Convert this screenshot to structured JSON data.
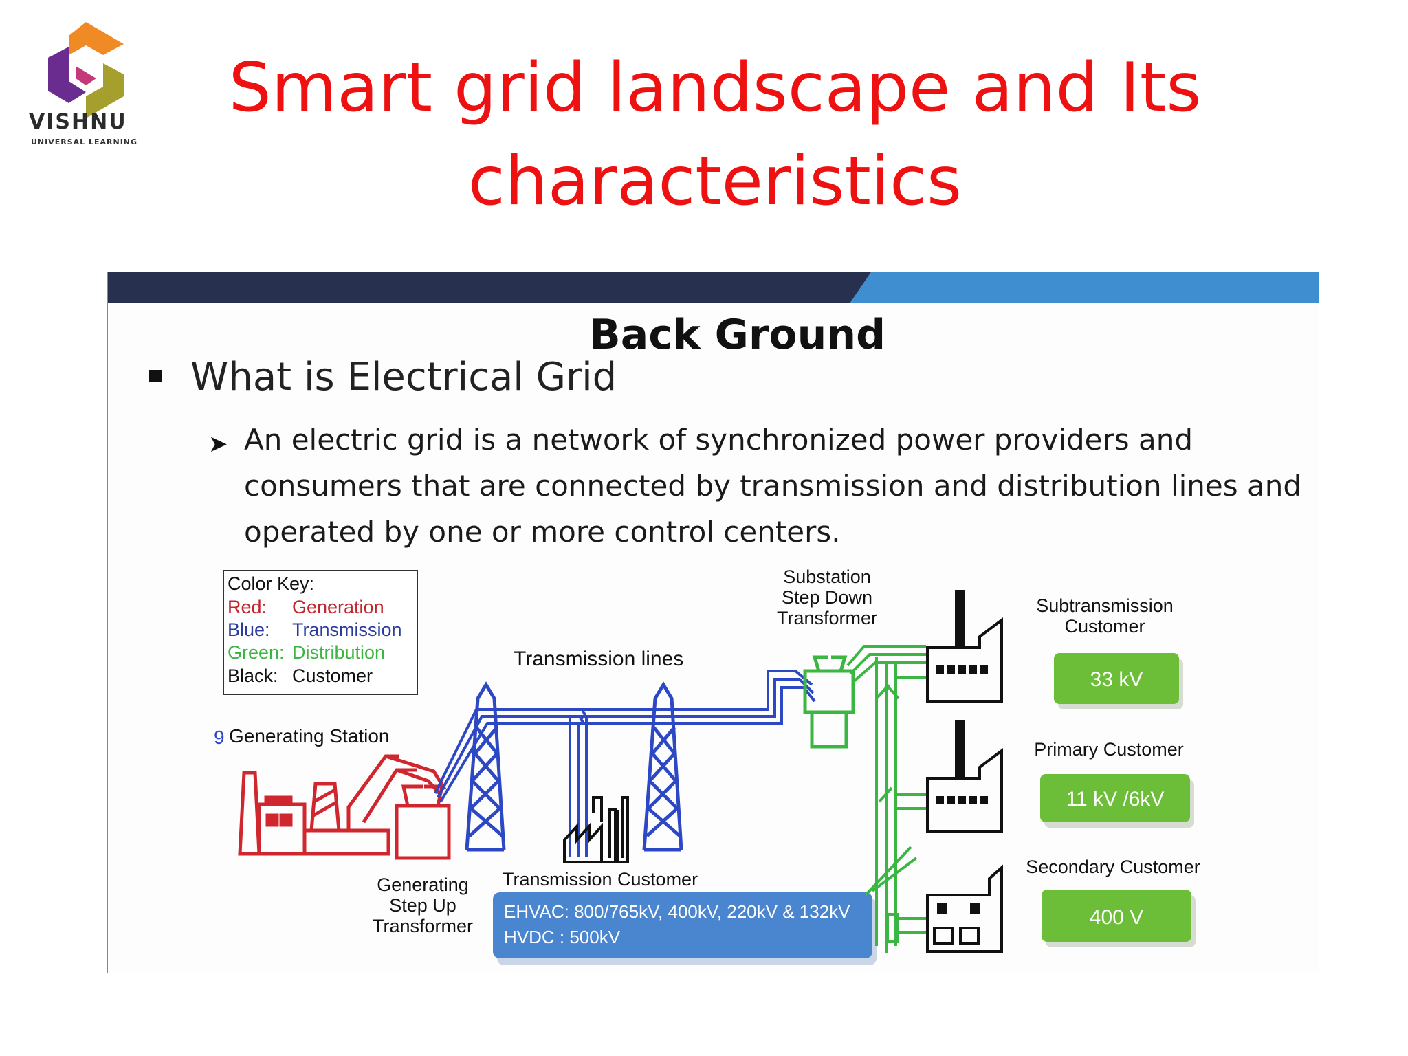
{
  "slide": {
    "title": "Smart grid landscape and Its characteristics"
  },
  "logo": {
    "name": "VISHNU",
    "tagline": "UNIVERSAL LEARNING"
  },
  "panel": {
    "heading": "Back Ground",
    "bullet": "What is Electrical Grid",
    "definition": "An electric grid is a network of synchronized power providers and consumers that are connected by transmission and distribution lines and operated by one or more control centers."
  },
  "color_key": {
    "title": "Color Key:",
    "rows": [
      {
        "term": "Red:",
        "meaning": "Generation",
        "color": "#c0262d"
      },
      {
        "term": "Blue:",
        "meaning": "Transmission",
        "color": "#2b3b9e"
      },
      {
        "term": "Green:",
        "meaning": "Distribution",
        "color": "#3cb643"
      },
      {
        "term": "Black:",
        "meaning": "Customer",
        "color": "#111111"
      }
    ]
  },
  "labels": {
    "generating_station": "Generating Station",
    "generating_station_glyph": "9",
    "step_up": [
      "Generating",
      "Step Up",
      "Transformer"
    ],
    "transmission_lines": "Transmission lines",
    "transmission_customer": "Transmission Customer",
    "substation": [
      "Substation",
      "Step Down",
      "Transformer"
    ],
    "subtransmission_customer": [
      "Subtransmission",
      "Customer"
    ],
    "primary_customer": "Primary Customer",
    "secondary_customer": "Secondary Customer"
  },
  "voltage_box": {
    "line1": "EHVAC: 800/765kV, 400kV, 220kV & 132kV",
    "line2": "HVDC : 500kV"
  },
  "customer_voltages": {
    "subtransmission": "33 kV",
    "primary": "11 kV /6kV",
    "secondary": "400 V"
  },
  "colors": {
    "title_red": "#ee1111",
    "banner_dark": "#283050",
    "banner_blue": "#3f8fd0",
    "generation_red": "#d0262e",
    "transmission_blue": "#2c48c4",
    "distribution_green": "#3cb643",
    "voltage_box_blue": "#4a86cf",
    "voltage_badge_green": "#6cbd38"
  }
}
